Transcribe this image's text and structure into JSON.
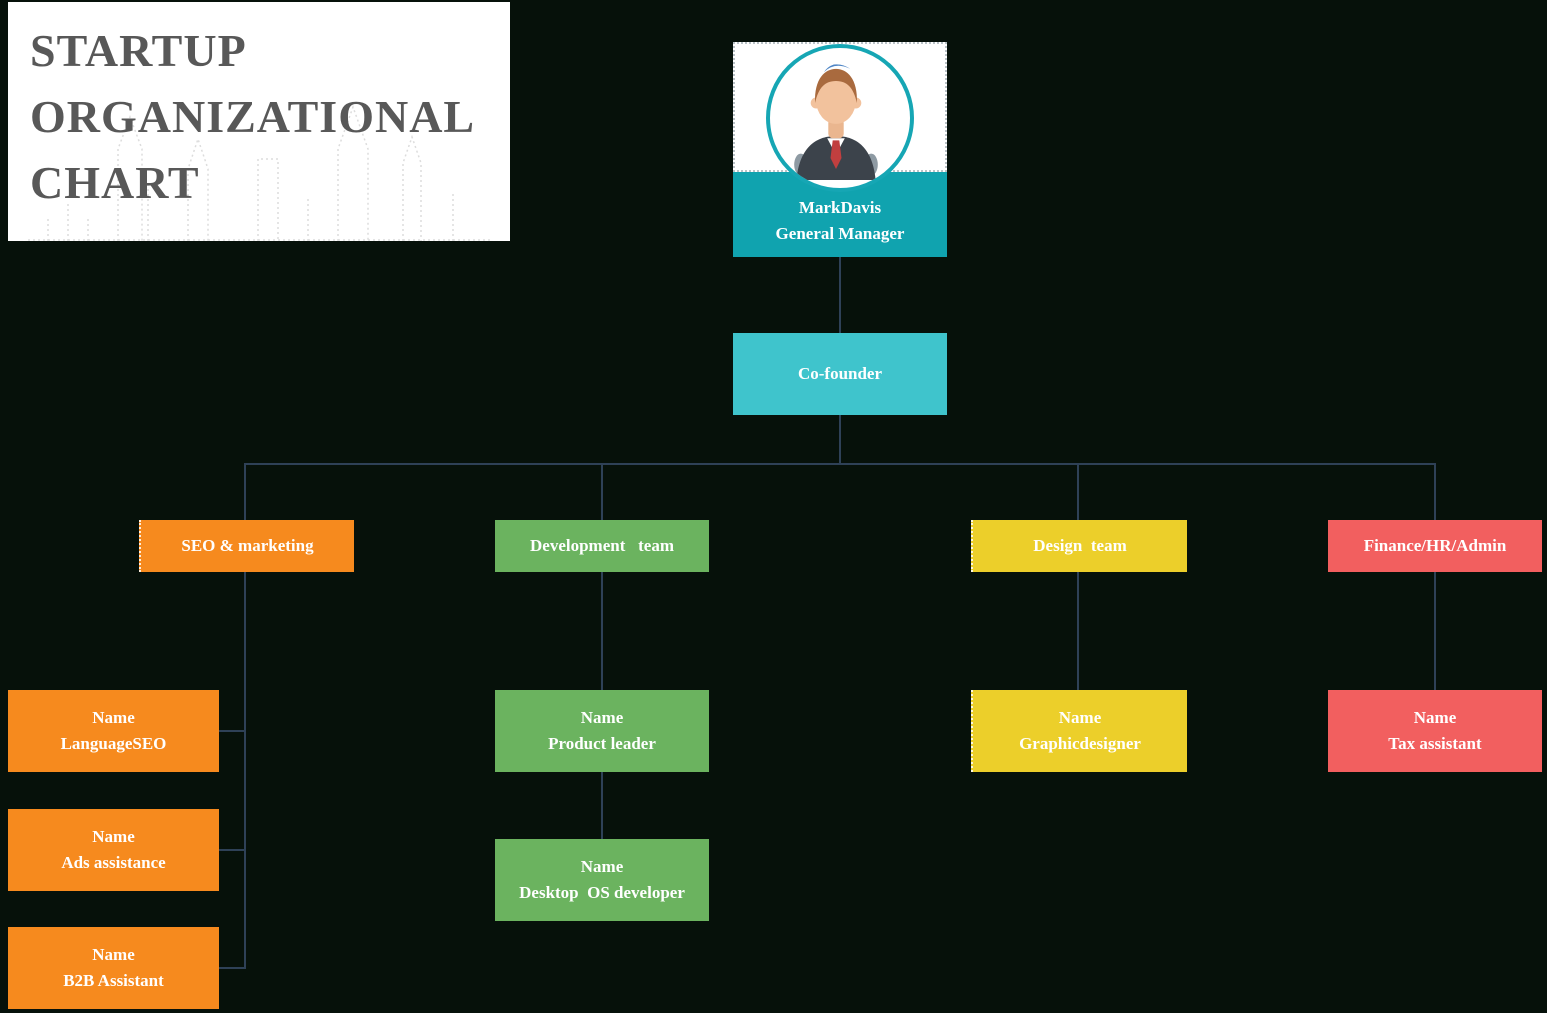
{
  "page": {
    "background": "#06110a",
    "line_color": "#2e4157"
  },
  "title_card": {
    "line1": "STARTUP",
    "line2": "ORGANIZATIONAL",
    "line3": "CHART",
    "text_color": "#585858",
    "background": "#ffffff"
  },
  "org": {
    "ceo": {
      "name": "MarkDavis",
      "role": "General Manager",
      "color": "#10a3af"
    },
    "cofounder": {
      "label": "Co-founder",
      "color": "#3fc4cc"
    },
    "departments": [
      {
        "label": "SEO & marketing",
        "color": "#f68a1e",
        "members": [
          {
            "name": "Name",
            "role": "LanguageSEO"
          },
          {
            "name": "Name",
            "role": "Ads assistance"
          },
          {
            "name": "Name",
            "role": "B2B Assistant"
          }
        ]
      },
      {
        "label": "Development   team",
        "color": "#6bb35f",
        "members": [
          {
            "name": "Name",
            "role": "Product leader"
          },
          {
            "name": "Name",
            "role": "Desktop  OS developer"
          }
        ]
      },
      {
        "label": "Design  team",
        "color": "#eccf2a",
        "members": [
          {
            "name": "Name",
            "role": "Graphicdesigner"
          }
        ]
      },
      {
        "label": "Finance/HR/Admin",
        "color": "#f25f5f",
        "members": [
          {
            "name": "Name",
            "role": "Tax assistant"
          }
        ]
      }
    ]
  },
  "chart_data": {
    "type": "org-chart",
    "title": "STARTUP ORGANIZATIONAL CHART",
    "root": {
      "name": "MarkDavis",
      "role": "General Manager",
      "children": [
        {
          "name": "Co-founder",
          "children": [
            {
              "name": "SEO & marketing",
              "children": [
                "Name – LanguageSEO",
                "Name – Ads assistance",
                "Name – B2B Assistant"
              ]
            },
            {
              "name": "Development team",
              "children": [
                "Name – Product leader",
                "Name – Desktop OS developer"
              ]
            },
            {
              "name": "Design team",
              "children": [
                "Name – Graphicdesigner"
              ]
            },
            {
              "name": "Finance/HR/Admin",
              "children": [
                "Name – Tax assistant"
              ]
            }
          ]
        }
      ]
    }
  }
}
